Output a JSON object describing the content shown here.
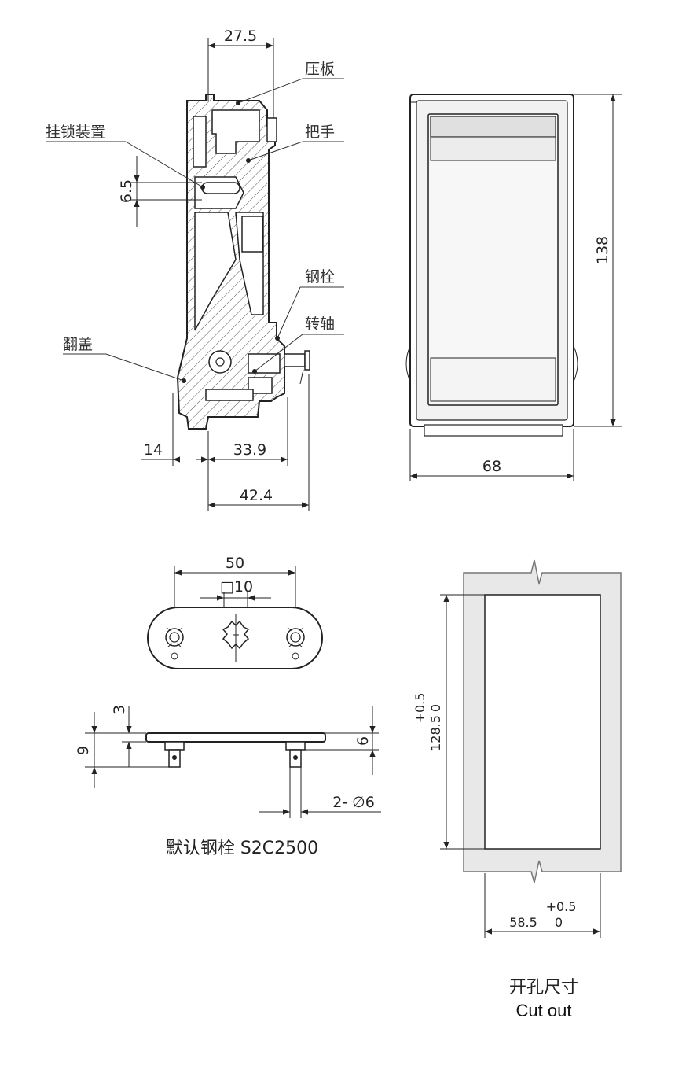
{
  "side_section": {
    "dims": {
      "top_width": "27.5",
      "slot_height": "6.5",
      "left_offset": "14",
      "mid_width": "33.9",
      "total_depth": "42.4"
    },
    "labels": {
      "pressure_plate": "压板",
      "handle": "把手",
      "padlock_device": "挂锁装置",
      "steel_bolt": "钢栓",
      "pivot_shaft": "转轴",
      "flip_cover": "翻盖"
    }
  },
  "front_view": {
    "height": "138",
    "width": "68"
  },
  "bolt_plate": {
    "hole_spacing": "50",
    "square_size": "□10",
    "plate_thickness": "3",
    "overall_height": "9",
    "pin_length": "6",
    "pin_spec": "2- ∅6",
    "caption": "默认钢栓 S2C2500"
  },
  "cutout": {
    "height": "128.5",
    "height_tol_upper": "+0.5",
    "height_tol_lower": "0",
    "width": "58.5",
    "width_tol_upper": "+0.5",
    "width_tol_lower": "0",
    "caption_cn": "开孔尺寸",
    "caption_en": "Cut out"
  }
}
